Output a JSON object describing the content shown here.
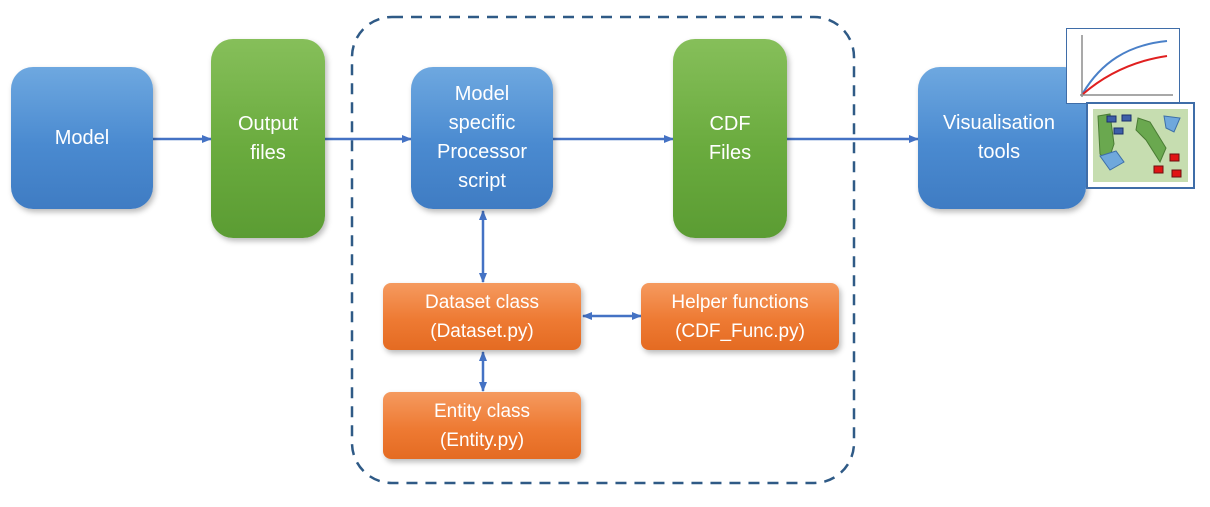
{
  "nodes": {
    "model": [
      "Model"
    ],
    "output_files": [
      "Output",
      "files"
    ],
    "processor": [
      "Model",
      "specific",
      "Processor",
      "script"
    ],
    "cdf_files": [
      "CDF",
      "Files"
    ],
    "visualisation": [
      "Visualisation",
      "tools"
    ],
    "dataset_class": [
      "Dataset class",
      "(Dataset.py)"
    ],
    "helper_functions": [
      "Helper functions",
      "(CDF_Func.py)"
    ],
    "entity_class": [
      "Entity class",
      "(Entity.py)"
    ]
  },
  "colors": {
    "process_blue": "#4a8ad0",
    "file_green": "#6aab3e",
    "class_orange": "#ee7a33",
    "connector": "#4472c4",
    "boundary": "#2f5a86"
  },
  "icons": [
    "line-chart-icon",
    "map-icon"
  ]
}
